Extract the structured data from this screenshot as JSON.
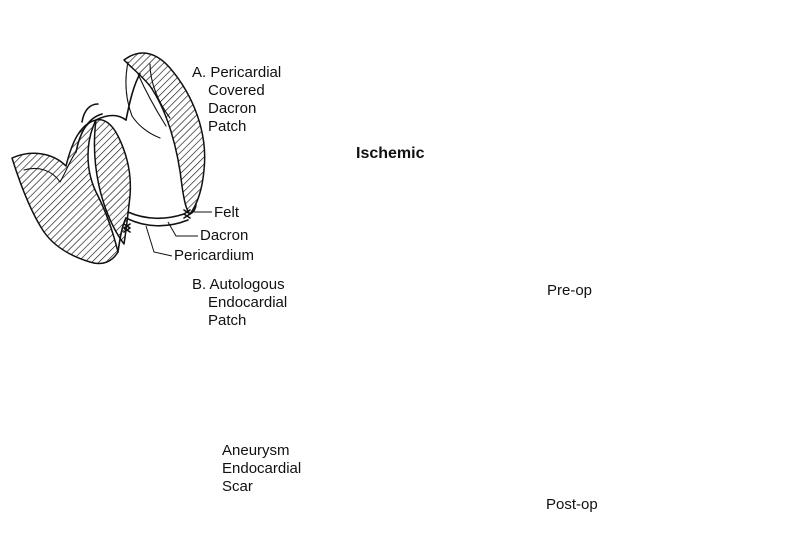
{
  "labels": {
    "a_heading": [
      "A. Pericardial",
      "Covered",
      "Dacron",
      "Patch"
    ],
    "felt": "Felt",
    "dacron": "Dacron",
    "pericardium": "Pericardium",
    "b_heading": [
      "B. Autologous",
      "Endocardial",
      "Patch"
    ],
    "b_scar": [
      "Aneurysm",
      "Endocardial",
      "Scar"
    ],
    "ischemic": "Ischemic",
    "pre_op": "Pre-op",
    "post_op": "Post-op"
  },
  "colors": {
    "ink": "#111111",
    "background": "#ffffff"
  }
}
